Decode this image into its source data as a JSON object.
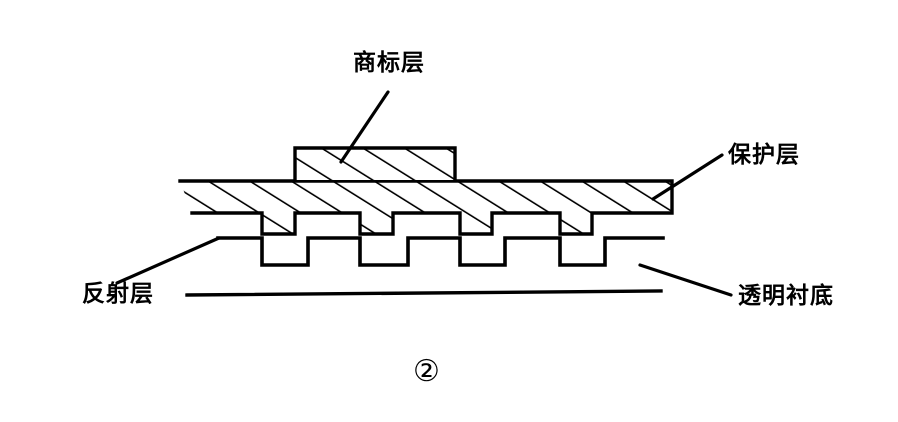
{
  "figure": {
    "caption": "②",
    "caption_number": "2",
    "description": "Cross-section diagram of an optical disc showing stacked layers",
    "stroke_color": "#000000",
    "background_color": "#ffffff"
  },
  "labels": {
    "trademark_layer": "商标层",
    "protective_layer": "保护层",
    "reflective_layer": "反射层",
    "transparent_substrate": "透明衬底"
  },
  "layers": [
    {
      "id": "trademark-layer",
      "name": "商标层",
      "hatched": true,
      "position": "top-center"
    },
    {
      "id": "protective-layer",
      "name": "保护层",
      "hatched": true,
      "position": "upper-band"
    },
    {
      "id": "reflective-layer",
      "name": "反射层",
      "hatched": false,
      "position": "middle-square-wave"
    },
    {
      "id": "transparent-substrate",
      "name": "透明衬底",
      "hatched": false,
      "position": "bottom-line"
    }
  ]
}
